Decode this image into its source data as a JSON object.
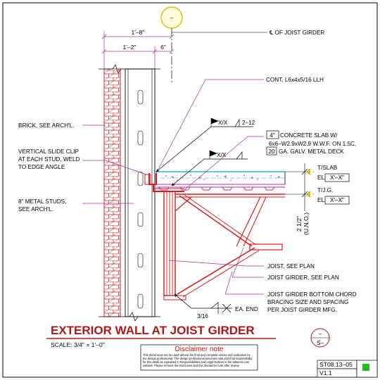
{
  "grid_bubble_top": "–",
  "dims": {
    "overall": "1'–8\"",
    "left": "1'–2\"",
    "right": "6\"",
    "vertical": "2 1/2\"",
    "vertical_note": "(U.N.O.)"
  },
  "labels": {
    "cl_joist_girder": "℄ OF JOIST GIRDER",
    "angle": "CONT. L6x4x5/16 LLH",
    "brick": "BRICK, SEE ARCH'L.",
    "clip_1": "VERTICAL SLIDE CLIP",
    "clip_2": "AT EACH STUD, WELD",
    "clip_3": "TO EDGE ANGLE",
    "studs_1": "8\" METAL STUDS,",
    "studs_2": "SEE ARCH'L.",
    "weld_top": "X/X",
    "weld_top_len": "2–12",
    "weld_mid": "X/X",
    "slab_thk": "4\"",
    "slab_1": "CONCRETE SLAB W/",
    "slab_2": "6x6–W2.9xW2.9 W.W.F. ON 1.5C,",
    "slab_ga": "20",
    "slab_3": "GA. GALV. METAL DECK",
    "tslab": "T/SLAB",
    "el_prefix_1": "EL.",
    "el_value_1": "X'–X\"",
    "tjg": "T/J.G.",
    "el_prefix_2": "EL.",
    "el_value_2": "X'–X\"",
    "joist": "JOIST, SEE PLAN",
    "joist_girder": "JOIST GIRDER, SEE PLAN",
    "bracing_1": "JOIST GIRDER BOTTOM CHORD",
    "bracing_2": "BRACING SIZE AND SPACING",
    "bracing_3": "PER JOIST GIRDER MFG.",
    "weld_size": "3/16",
    "weld_each_end": "EA. END"
  },
  "title": "EXTERIOR WALL AT JOIST GIRDER",
  "scale": "SCALE: 3/4\" = 1'–0\"",
  "section_bubble": {
    "top": "–",
    "bottom": "S–"
  },
  "disclaimer": {
    "heading": "Disclaimer note",
    "line1": "This detail must not be used without the final and complete review and evaluation by",
    "line2": "the design professional. The design professional assumes total and final responsibility",
    "line3": "for this detail as explained in Responsibilities and Legal Notices in the atlasrcsl.com",
    "line4": "website. Please remove the text boxes and this disclaimer note after review."
  },
  "titleblock": {
    "sheet": "ST08.13–05",
    "version": "V1.1"
  },
  "colors": {
    "magenta": "#a8309a",
    "red": "#d81c1c",
    "title": "#b01818",
    "bubble": "#d6c200",
    "green": "#22bb22",
    "cyan": "#30b8c8"
  }
}
